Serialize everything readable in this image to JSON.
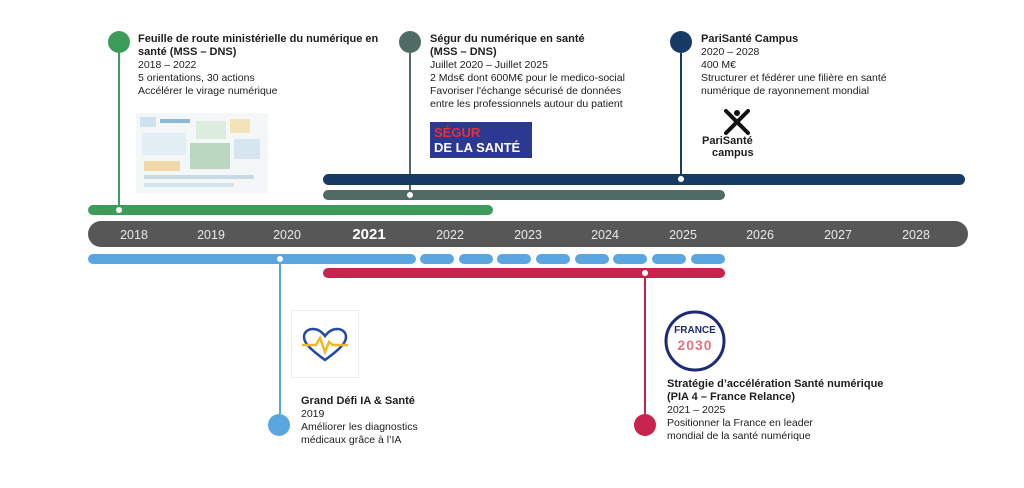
{
  "colors": {
    "green": "#3e9c5b",
    "grey_green": "#4f6b64",
    "navy": "#183b66",
    "light_blue": "#5aa6e0",
    "crimson": "#c7234d",
    "axis": "#575757"
  },
  "axis": {
    "years": [
      "2018",
      "2019",
      "2020",
      "2021",
      "2022",
      "2023",
      "2024",
      "2025",
      "2026",
      "2027",
      "2028"
    ],
    "highlight": "2021"
  },
  "milestones": {
    "feuille": {
      "title": "Feuille de route ministérielle du numérique en santé (MSS – DNS)",
      "period": "2018 – 2022",
      "line1": "5 orientations, 30 actions",
      "line2": "Accélérer le virage numérique"
    },
    "segur": {
      "title": "Ségur du numérique en santé (MSS – DNS)",
      "period": "Juillet 2020 – Juillet 2025",
      "line1": "2 Mds€ dont 600M€ pour le medico-social",
      "line2": "Favoriser l'échange sécurisé de données",
      "line3": "entre les professionnels autour du patient",
      "logo_line1": "SÉGUR",
      "logo_line2": "DE LA SANTÉ"
    },
    "parisante": {
      "title": "PariSanté Campus",
      "period": "2020 – 2028",
      "line1": "400 M€",
      "line2": "Structurer et fédérer une filière en santé",
      "line3": "numérique de rayonnement mondial",
      "logo_line1": "PariSanté",
      "logo_line2": "campus"
    },
    "grand_defi": {
      "title": "Grand Défi IA & Santé",
      "period": "2019",
      "line1": "Améliorer les diagnostics",
      "line2": "médicaux grâce à l’IA"
    },
    "strategie": {
      "title": "Stratégie d’accélération Santé numérique (PIA 4 – France Relance)",
      "period": "2021 – 2025",
      "line1": "Positionner la France en leader",
      "line2": "mondial de la santé numérique",
      "logo_line1": "FRANCE",
      "logo_line2": "2030"
    }
  }
}
